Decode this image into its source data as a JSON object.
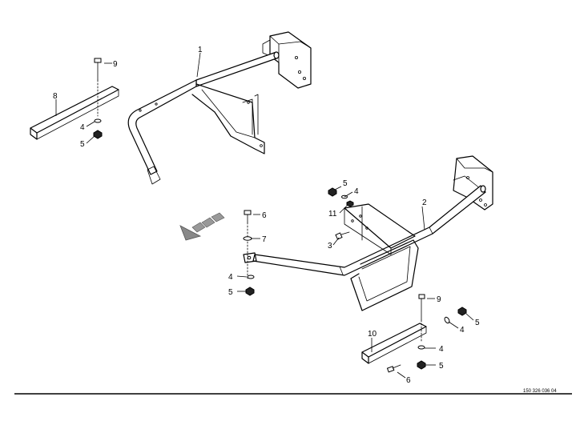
{
  "callouts": {
    "c1": "1",
    "c2": "2",
    "c3": "3",
    "c4a": "4",
    "c4b": "4",
    "c4c": "4",
    "c4d": "4",
    "c4e": "4",
    "c5a": "5",
    "c5b": "5",
    "c5c": "5",
    "c5d": "5",
    "c5e": "5",
    "c6a": "6",
    "c6b": "6",
    "c7": "7",
    "c8": "8",
    "c9a": "9",
    "c9b": "9",
    "c10": "10",
    "c11": "11"
  },
  "drawing_number": "150 326 036 04",
  "colors": {
    "line": "#000000",
    "background": "#ffffff"
  },
  "icons": {
    "direction": "direction-arrow-icon"
  }
}
